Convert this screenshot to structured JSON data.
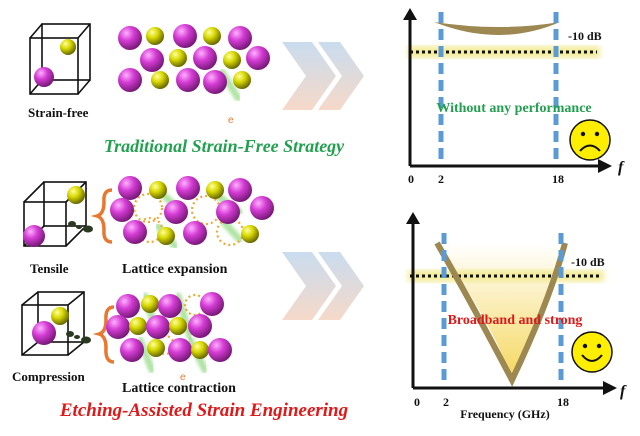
{
  "top": {
    "cube_label": "Strain-free",
    "electron": "e",
    "strategy_title": "Traditional Strain-Free Strategy",
    "chart": {
      "y_reference": "-10 dB",
      "x_axis_symbol": "f",
      "ticks": [
        "0",
        "2",
        "18"
      ],
      "annotation": "Without  any performance",
      "emoji": "sad-face"
    }
  },
  "bottom": {
    "tensile_label": "Tensile",
    "expansion_label": "Lattice expansion",
    "compression_label": "Compression",
    "contraction_label": "Lattice contraction",
    "electron": "e",
    "strategy_title": "Etching-Assisted Strain Engineering",
    "chart": {
      "y_reference": "-10 dB",
      "x_axis_symbol": "f",
      "ticks": [
        "0",
        "2",
        "18"
      ],
      "xlabel": "Frequency (GHz)",
      "annotation": "Broadband and  strong",
      "emoji": "smiley-face"
    }
  },
  "colors": {
    "magenta_atom": "#cc33cc",
    "yellow_atom": "#d8d800",
    "green_title": "#22a050",
    "red_title": "#e01818",
    "dashed_line": "#5b9bd5",
    "brace": "#e87830"
  }
}
